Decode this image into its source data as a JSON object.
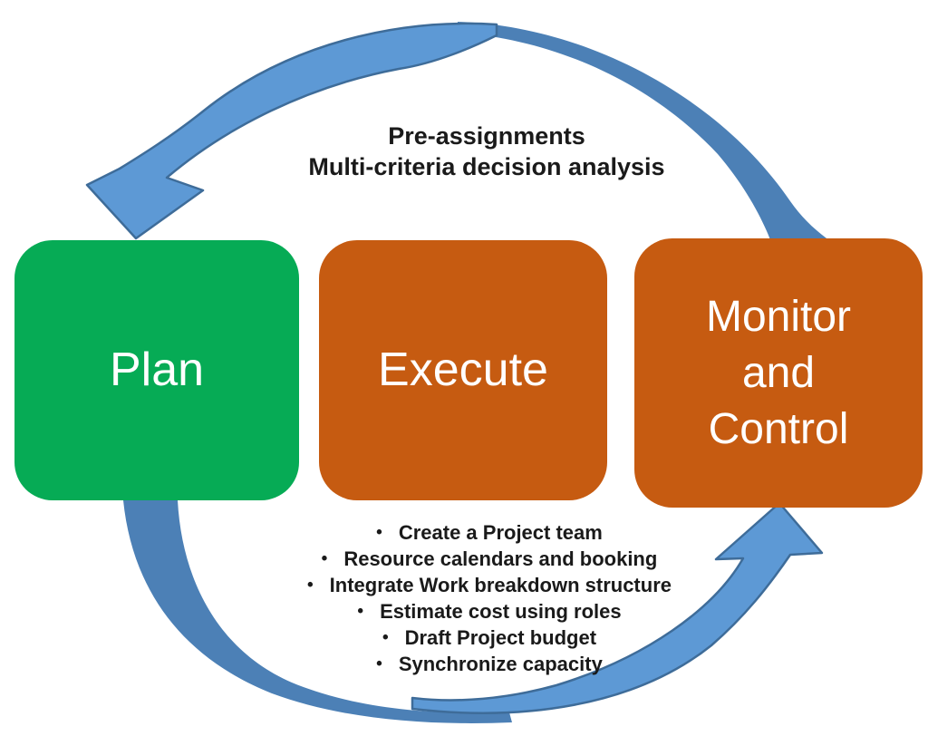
{
  "top_annotation": {
    "line1": "Pre-assignments",
    "line2": "Multi-criteria decision analysis"
  },
  "boxes": {
    "plan": {
      "label": "Plan"
    },
    "execute": {
      "label": "Execute"
    },
    "monitor": {
      "label": "Monitor and Control",
      "lines": [
        "Monitor",
        "and",
        "Control"
      ]
    }
  },
  "bullet_char": "•",
  "bullets": [
    "Create a Project team",
    "Resource calendars and booking",
    "Integrate Work breakdown structure",
    "Estimate cost using roles",
    "Draft Project budget",
    "Synchronize capacity"
  ],
  "arrows": {
    "top": "monitor-and-control to plan",
    "bottom": "plan to monitor-and-control"
  },
  "colors": {
    "background": "#FFFFFF",
    "box_green": "#06AB55",
    "box_orange": "#C65B11",
    "box_text": "#FFFFFF",
    "arrow_dark": "#4C80B6",
    "arrow_light": "#5D99D5",
    "arrow_outline": "#3E6C99",
    "text_black": "#1A1A1A"
  }
}
